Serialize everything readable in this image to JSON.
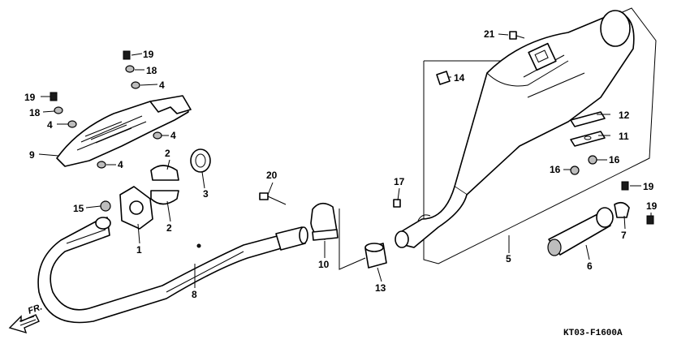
{
  "diagram_code": "KT03-F1600A",
  "direction_label": "FR.",
  "callouts": {
    "c1": "1",
    "c2a": "2",
    "c2b": "2",
    "c3": "3",
    "c4a": "4",
    "c4b": "4",
    "c4c": "4",
    "c4d": "4",
    "c5": "5",
    "c6": "6",
    "c7": "7",
    "c8": "8",
    "c9": "9",
    "c10": "10",
    "c11": "11",
    "c12": "12",
    "c13": "13",
    "c14": "14",
    "c15": "15",
    "c16a": "16",
    "c16b": "16",
    "c17": "17",
    "c18a": "18",
    "c18b": "18",
    "c19a": "19",
    "c19b": "19",
    "c19c": "19",
    "c19d": "19",
    "c20": "20",
    "c21": "21"
  }
}
